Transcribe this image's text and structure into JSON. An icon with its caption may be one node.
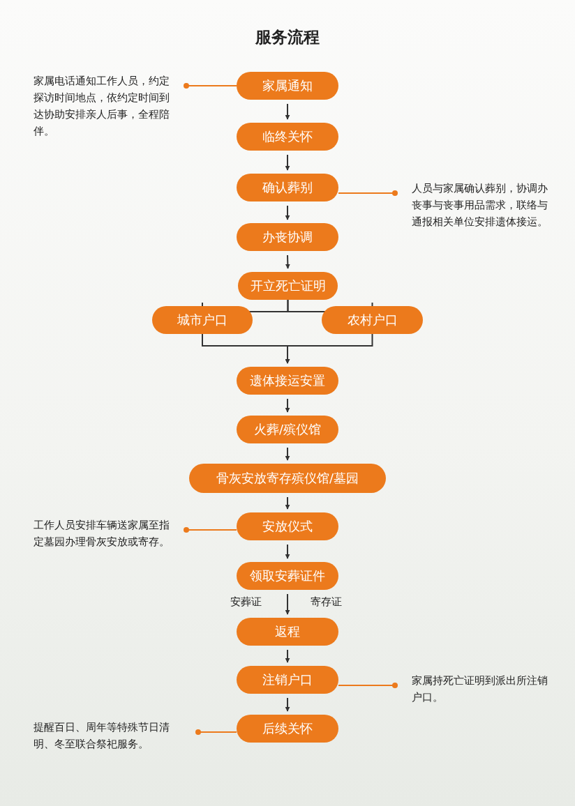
{
  "diagram": {
    "title": "服务流程",
    "nodes": [
      {
        "text": [
          "家属通知"
        ]
      },
      {
        "text": [
          "临终关怀"
        ]
      },
      {
        "text": [
          "确认葬别"
        ]
      },
      {
        "text": [
          "办丧协调"
        ]
      },
      {
        "text": [
          "开立死亡证明"
        ]
      },
      {
        "text": [
          "城市户口"
        ]
      },
      {
        "text": [
          "农村户口"
        ]
      },
      {
        "text": [
          "遗体接运安置"
        ]
      },
      {
        "text": [
          "火葬/殡仪馆"
        ]
      },
      {
        "text": [
          "骨灰安放寄存殡仪馆/墓园"
        ]
      },
      {
        "text": [
          "安放仪式"
        ]
      },
      {
        "text": [
          "领取安葬证件"
        ]
      },
      {
        "text": [
          "返程"
        ]
      },
      {
        "text": [
          "注销户口"
        ]
      },
      {
        "text": [
          "后续关怀"
        ]
      },
      {
        "text": [
          "家属电话通知工作人员，约定探访时间地点，依约定时间到达协助安排亲人后事，全程陪伴。"
        ]
      },
      {
        "text": [
          "人员与家属确认葬别，协调办丧事与丧事用品需求，联络与通报相关单位安排遗体接运。"
        ]
      },
      {
        "text": [
          "工作人员安排车辆送家属至指定墓园办理骨灰安放或寄存。"
        ]
      },
      {
        "text": [
          "家属持死亡证明到派出所注销户口。"
        ]
      },
      {
        "text": [
          "提醒百日、周年等特殊节日清明、冬至联合祭祀服务。"
        ]
      }
    ],
    "edges": [
      {
        "from": 0,
        "to": 1,
        "arrow": "to"
      },
      {
        "from": 1,
        "to": 2,
        "arrow": "to"
      },
      {
        "from": 2,
        "to": 3,
        "arrow": "to"
      },
      {
        "from": 3,
        "to": 4,
        "arrow": "to"
      },
      {
        "from": 4,
        "to": 5,
        "arrow": "none"
      },
      {
        "from": 4,
        "to": 6,
        "arrow": "none"
      },
      {
        "from": 5,
        "to": 7,
        "arrow": "to"
      },
      {
        "from": 6,
        "to": 7,
        "arrow": "to"
      },
      {
        "from": 7,
        "to": 8,
        "arrow": "to"
      },
      {
        "from": 8,
        "to": 9,
        "arrow": "to"
      },
      {
        "from": 9,
        "to": 10,
        "arrow": "to"
      },
      {
        "from": 10,
        "to": 11,
        "arrow": "to"
      },
      {
        "from": 11,
        "to": 12,
        "arrow": "to"
      },
      {
        "from": 12,
        "to": 13,
        "arrow": "to"
      },
      {
        "from": 13,
        "to": 14,
        "arrow": "to"
      },
      {
        "from": 15,
        "to": 0,
        "arrow": "other",
        "color": "#ec7a1c"
      },
      {
        "from": 16,
        "to": 2,
        "arrow": "other",
        "color": "#ec7a1c"
      },
      {
        "from": 17,
        "to": 10,
        "arrow": "other",
        "color": "#ec7a1c"
      },
      {
        "from": 18,
        "to": 13,
        "arrow": "other",
        "color": "#ec7a1c"
      },
      {
        "from": 19,
        "to": 14,
        "arrow": "other",
        "color": "#ec7a1c"
      }
    ],
    "labels": [
      "安葬证",
      "寄存证"
    ]
  }
}
